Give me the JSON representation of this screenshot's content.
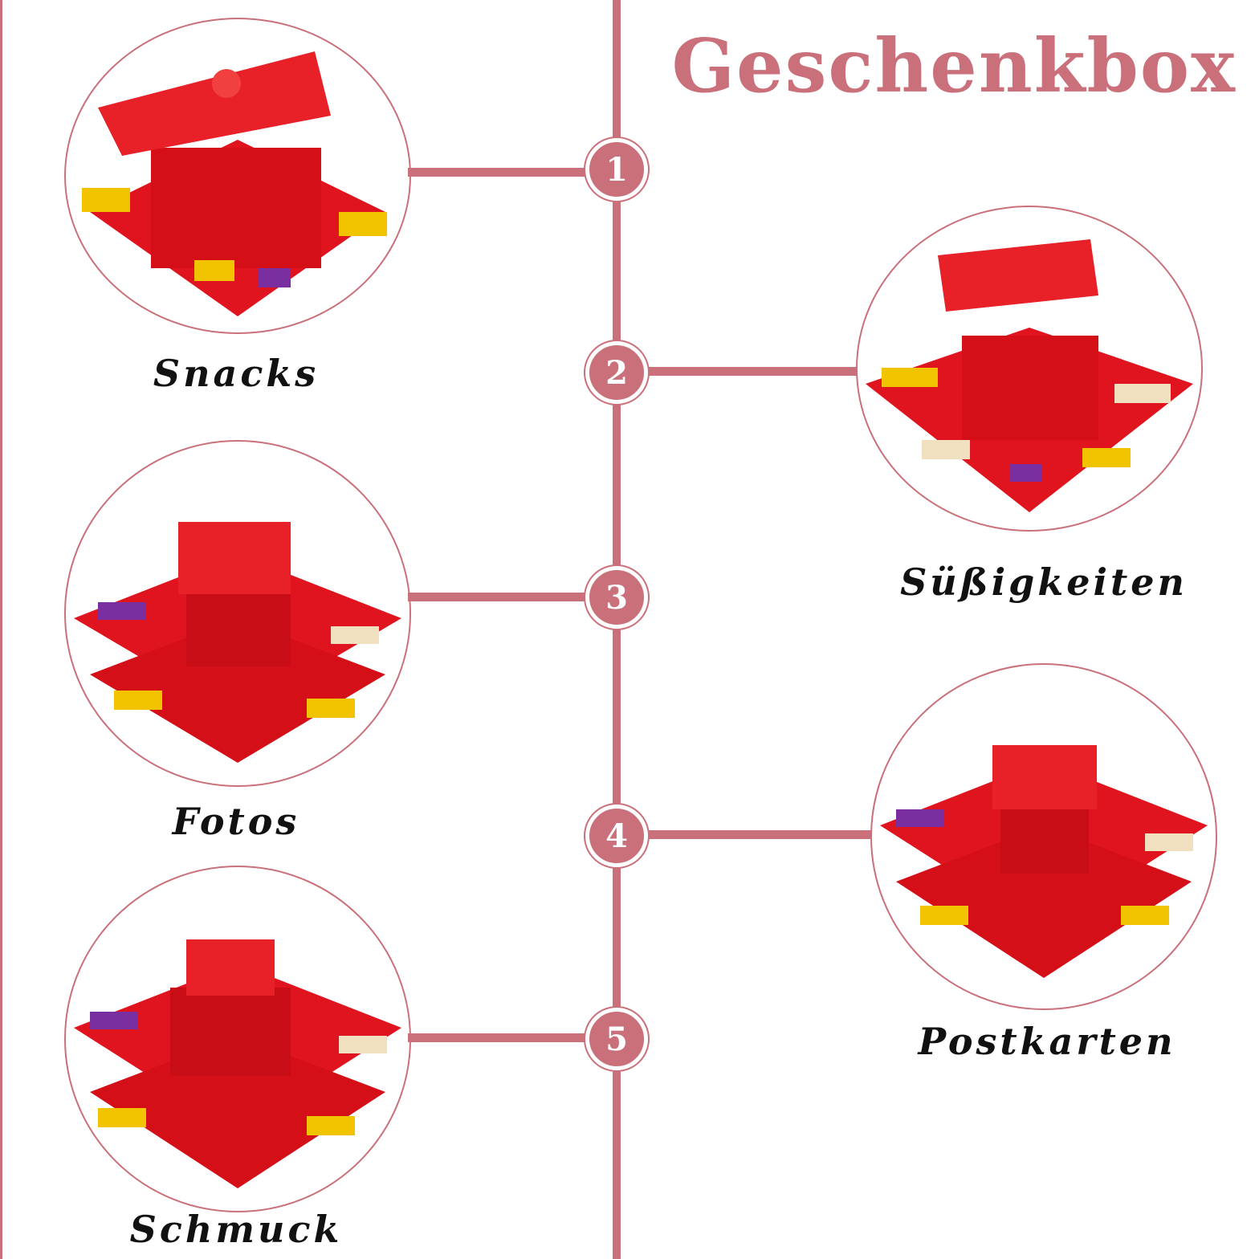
{
  "title": "Geschenkbox",
  "colors": {
    "accent": "#c9707a",
    "box_red": "#e0141e",
    "text": "#111111"
  },
  "steps": [
    {
      "number": "1",
      "label": "Snacks"
    },
    {
      "number": "2",
      "label": "Süßigkeiten"
    },
    {
      "number": "3",
      "label": "Fotos"
    },
    {
      "number": "4",
      "label": "Postkarten"
    },
    {
      "number": "5",
      "label": "Schmuck"
    }
  ]
}
